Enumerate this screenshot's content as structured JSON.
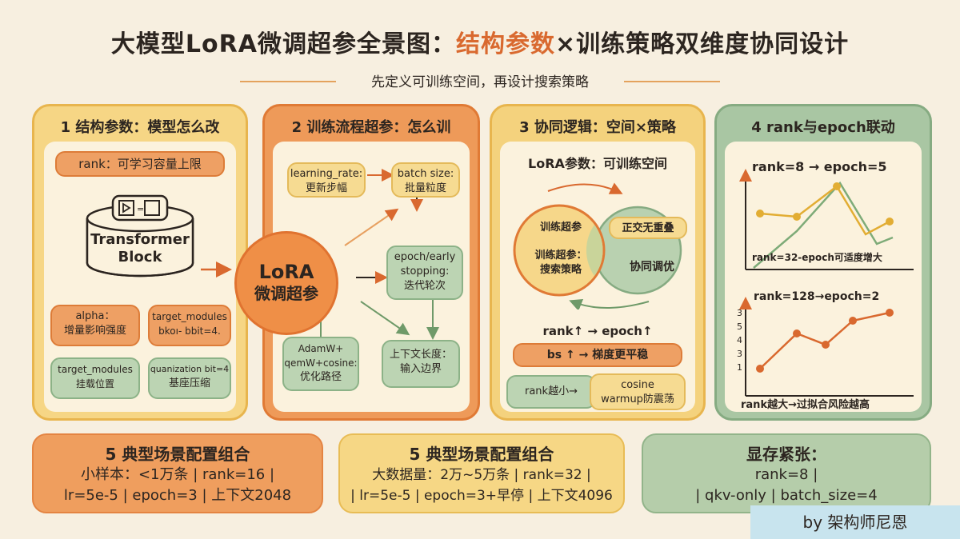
{
  "title": {
    "part1": "大模型LoRA微调超参全景图：",
    "highlight": "结构参数",
    "part2": "×训练策略双维度协同设计"
  },
  "subtitle": "先定义可训练空间，再设计搜索策略",
  "panel1": {
    "title": "1 结构参数：模型怎么改",
    "rank_box": "rank：可学习容量上限",
    "block_l1": "Transformer",
    "block_l2": "Block",
    "alpha_l1": "alpha：",
    "alpha_l2": "增量影响强度",
    "tm1_l1": "target_modules",
    "tm1_l2": "bkoı- bbit=4.",
    "tm2_l1": "target_modules",
    "tm2_l2": "挂载位置",
    "quant_l1": "quanization bit=4",
    "quant_l2": "基座压缩"
  },
  "panel2": {
    "title": "2 训练流程超参：怎么训",
    "lr_l1": "learning_rate:",
    "lr_l2": "更新步幅",
    "bs_l1": "batch size:",
    "bs_l2": "批量粒度",
    "lora_l1": "LoRA",
    "lora_l2": "微调超参",
    "epoch_l1": "epoch/early",
    "epoch_l2": "stopping:",
    "epoch_l3": "迭代轮次",
    "opt_l1": "AdamW+",
    "opt_l2": "qemW+cosine:",
    "opt_l3": "优化路径",
    "ctx_l1": "上下文长度：",
    "ctx_l2": "输入边界"
  },
  "panel3": {
    "title": "3 协同逻辑：空间×策略",
    "space": "LoRA参数：可训练空间",
    "left_top": "训练超参",
    "left_l1": "训练超参：",
    "left_l2": "搜索策略",
    "overlap": "正交无重叠",
    "right": "协同调优",
    "rule1": "rank↑ → epoch↑",
    "rule2": "bs ↑  → 梯度更平稳",
    "rule3_left": "rank越小→",
    "rule3_r1": "cosine",
    "rule3_r2": "warmup防震荡"
  },
  "panel4": {
    "title": "4 rank与epoch联动",
    "c1_label": "rank=8 → epoch=5",
    "c1_note": "rank=32-epoch可适度增大",
    "c2_label": "rank=128→epoch=2",
    "c2_note": "rank越大→过拟合风险越高",
    "c2_ticks": [
      "3",
      "5",
      "4",
      "3",
      "1"
    ]
  },
  "bottom": {
    "b1_title": "5 典型场景配置组合",
    "b1_l1": "小样本：<1万条 |    rank=16   |",
    "b1_l2": "lr=5e-5 | epoch=3 | 上下文2048",
    "b2_title": "5 典型场景配置组合",
    "b2_l1": "大数据量：2万~5万条 | rank=32 |",
    "b2_l2": "| lr=5e-5 | epoch=3+早停 | 上下文4096",
    "b3_title": "显存紧张：",
    "b3_l1": "rank=8 |",
    "b3_l2": "| qkv-only | batch_size=4"
  },
  "signature": "by 架构师尼恩",
  "colors": {
    "orange": "#ef8f47",
    "yellow": "#f6d785",
    "green": "#a9c6a3",
    "background": "#f7efe0"
  }
}
